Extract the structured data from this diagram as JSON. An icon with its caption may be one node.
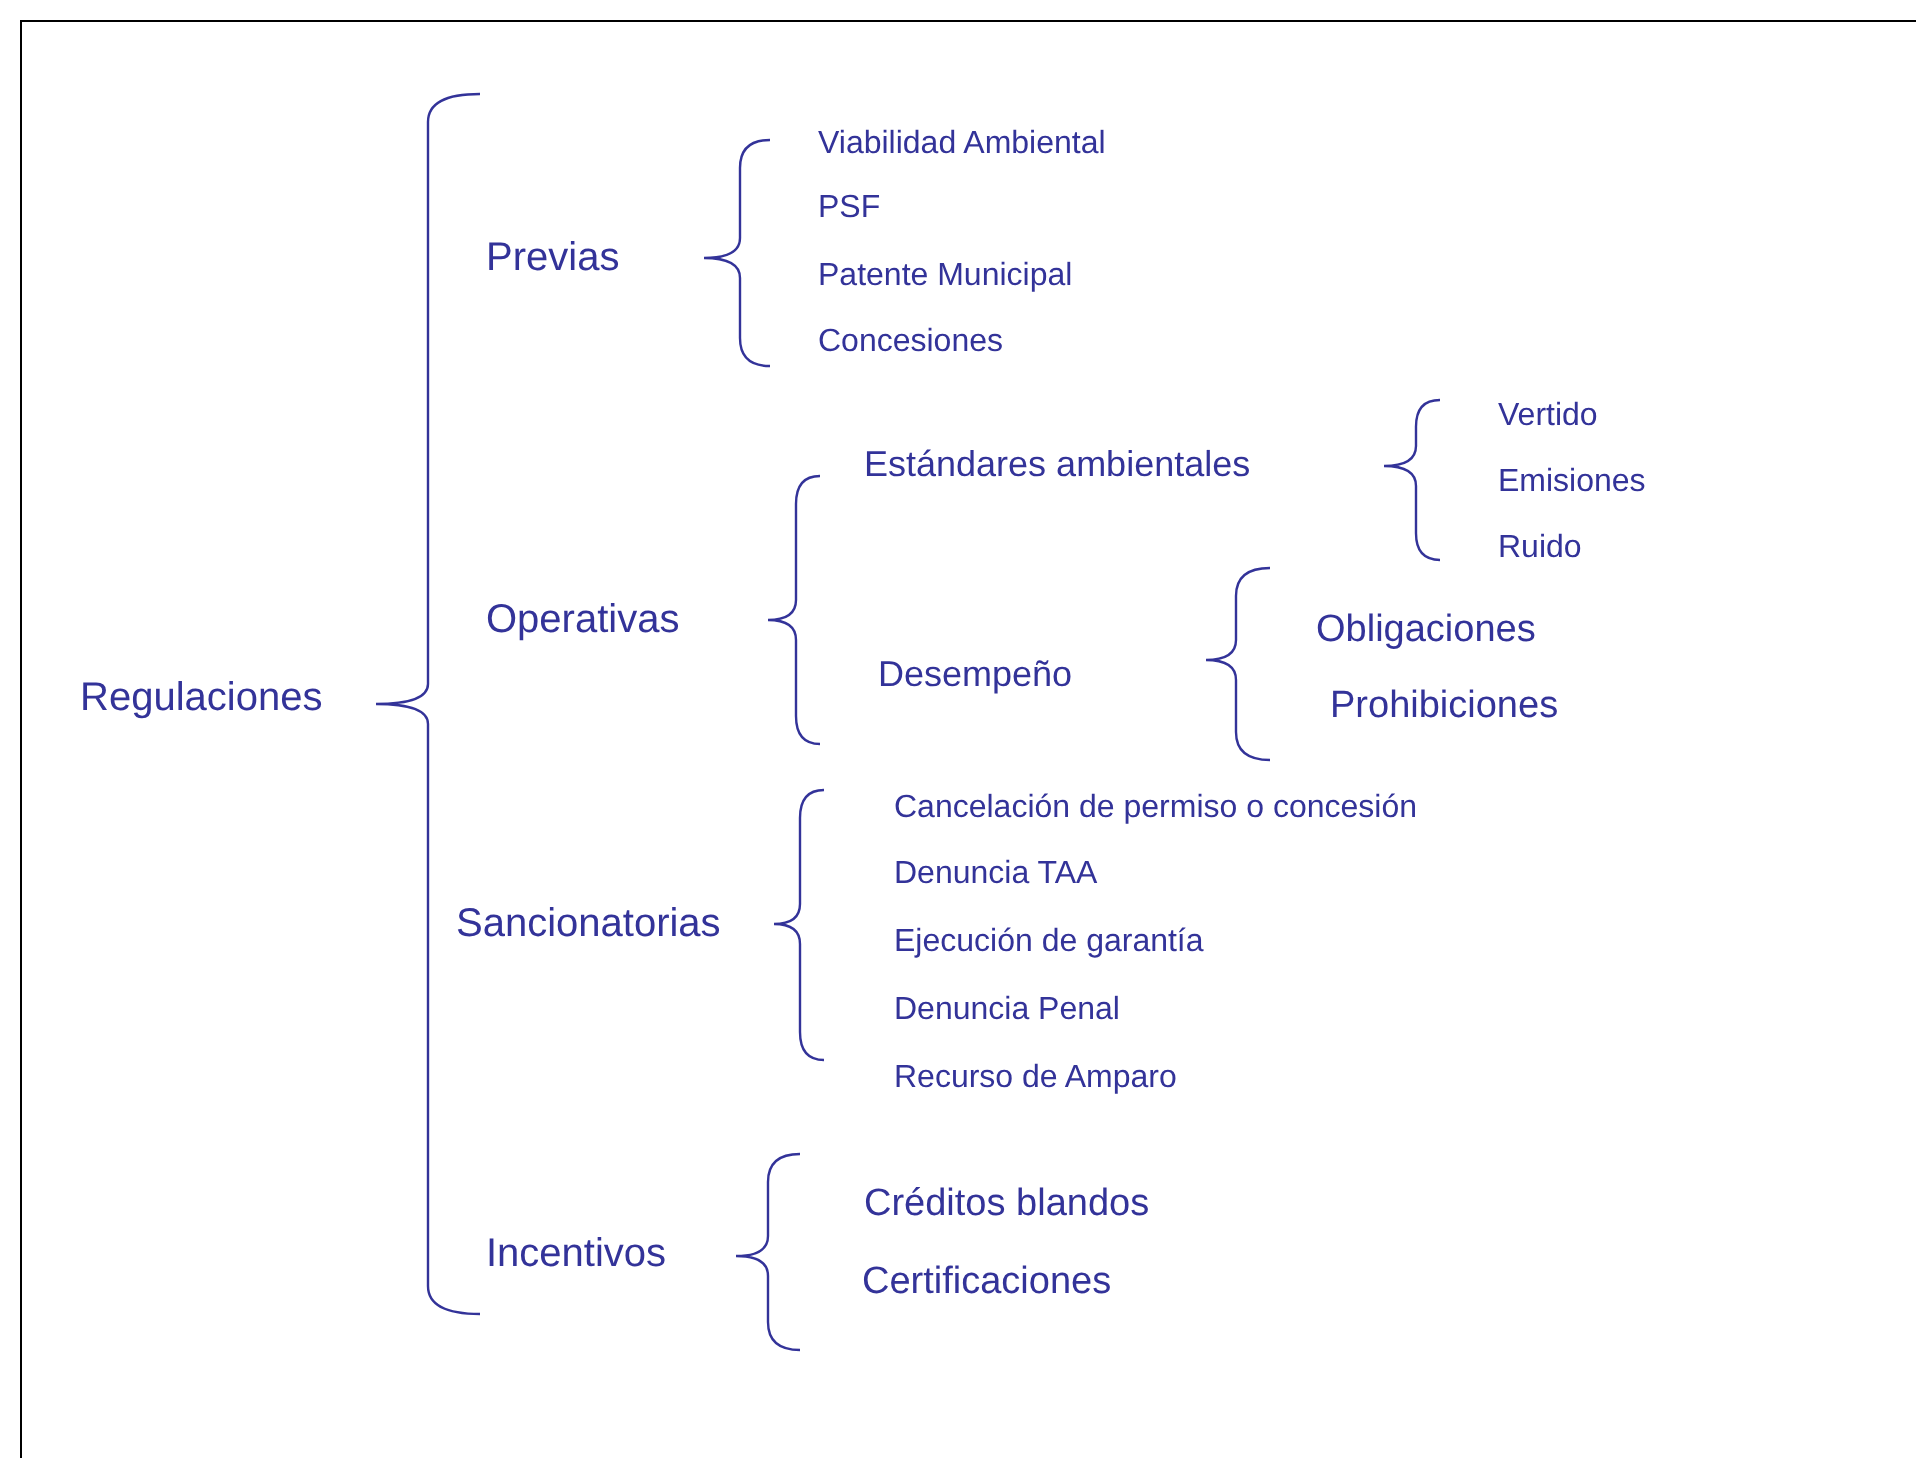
{
  "diagram": {
    "labels": [
      "Regulaciones",
      "Previas",
      "Viabilidad Ambiental",
      "PSF",
      "Patente Municipal",
      "Concesiones",
      "Operativas",
      "Estándares ambientales",
      "Vertido",
      "Emisiones",
      "Ruido",
      "Desempeño",
      "Obligaciones",
      "Prohibiciones",
      "Sancionatorias",
      "Cancelación de permiso o concesión",
      "Denuncia TAA",
      "Ejecución de garantía",
      "Denuncia Penal",
      "Recurso de Amparo",
      "Incentivos",
      "Créditos blandos",
      "Certificaciones"
    ]
  }
}
